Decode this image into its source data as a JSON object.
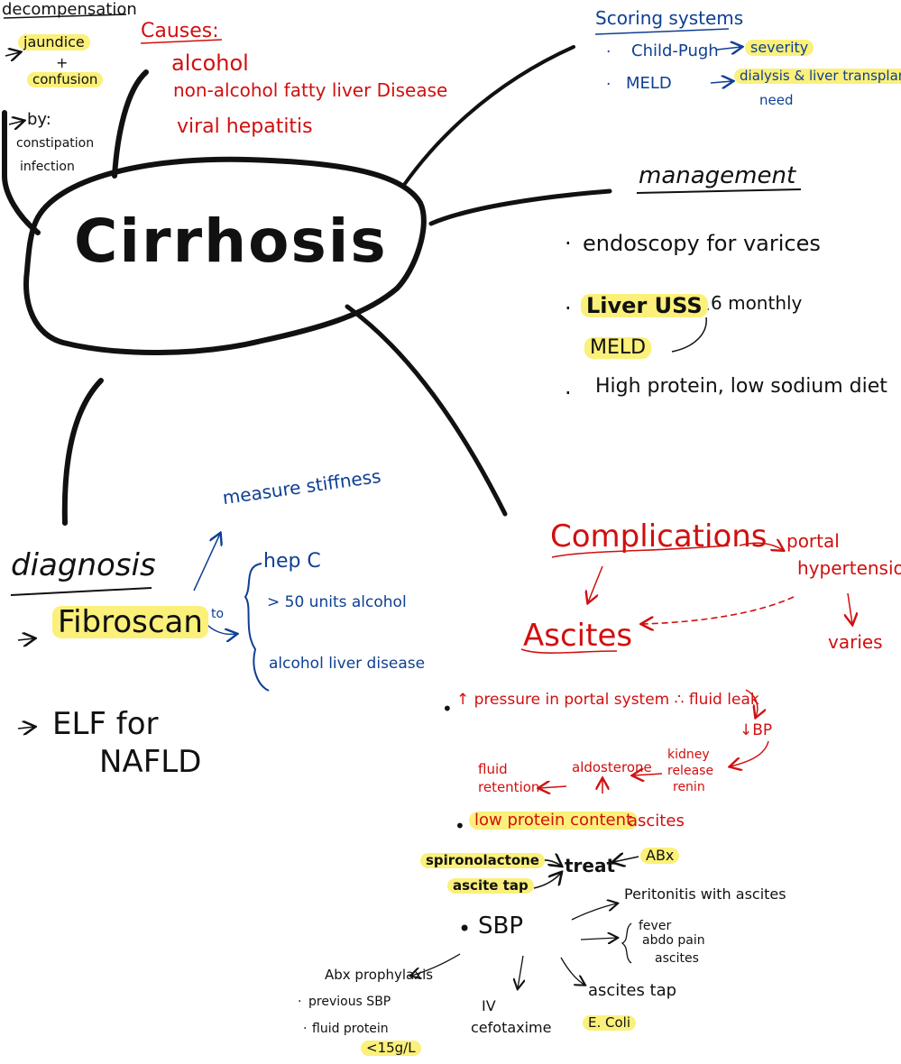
{
  "center": {
    "title": "Cirrhosis"
  },
  "decompensation": {
    "title": "decompensation",
    "sym1": "jaundice",
    "plus": "+",
    "sym2": "confusion",
    "by_label": "by:",
    "by_items": [
      "constipation",
      "infection"
    ]
  },
  "causes": {
    "title": "Causes:",
    "items": [
      "alcohol",
      "non-alcohol fatty liver Disease",
      "viral hepatitis"
    ]
  },
  "scoring": {
    "title": "Scoring systems",
    "child_pugh": "Child-Pugh",
    "child_pugh_use": "severity",
    "meld": "MELD",
    "meld_use": "dialysis & liver transplant",
    "meld_use2": "need"
  },
  "management": {
    "title": "management",
    "item1": "endoscopy for varices",
    "item2a": "Liver USS",
    "item2b": "6 monthly",
    "item2c": "MELD",
    "item3": "High protein, low sodium diet"
  },
  "diagnosis": {
    "title": "diagnosis",
    "fibroscan": "Fibroscan",
    "measure": "measure stiffness",
    "to": "to",
    "uses": [
      "hep C",
      "> 50 units alcohol",
      "alcohol liver disease"
    ],
    "elf1": "ELF for",
    "elf2": "NAFLD"
  },
  "complications": {
    "title": "Complications",
    "portal1": "portal",
    "portal2": "hypertension",
    "varies": "varies",
    "ascites": "Ascites",
    "pressure": "↑ pressure in portal system ∴ fluid leak",
    "bp": "↓BP",
    "kidney": [
      "kidney",
      "release",
      "renin"
    ],
    "aldosterone": "aldosterone",
    "fluid": [
      "fluid",
      "retention"
    ],
    "low_protein": "low protein content",
    "ascites_word": "ascites",
    "spiro": "spironolactone",
    "ascite_tap": "ascite tap",
    "treat": "treat",
    "abx": "ABx",
    "sbp": "SBP",
    "peritonitis": "Peritonitis with ascites",
    "sx": [
      "fever",
      "abdo pain",
      "ascites"
    ],
    "abx_proph": "Abx prophylaxis",
    "proph_items": [
      "previous SBP",
      "fluid protein"
    ],
    "proph_val": "<15g/L",
    "iv1": "IV",
    "iv2": "cefotaxime",
    "asc_tap2": "ascites tap",
    "ecoli": "E. Coli"
  }
}
